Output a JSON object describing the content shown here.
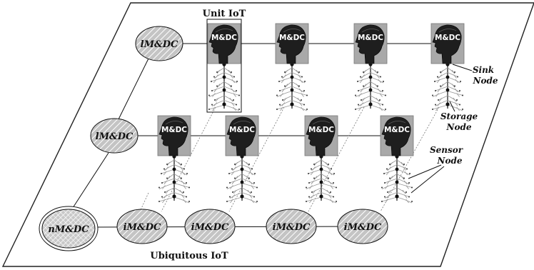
{
  "labels": {
    "unit_iot": "Unit IoT",
    "ubiquitous_iot": "Ubiquitous IoT",
    "sink_node": [
      "Sink",
      "Node"
    ],
    "storage_node": [
      "Storage",
      "Node"
    ],
    "sensor_node": [
      "Sensor",
      "Node"
    ]
  },
  "nodes": {
    "top_left": "lM&DC",
    "middle_left": "lM&DC",
    "network": "nM&DC",
    "bottom_row": [
      "iM&DC",
      "iM&DC",
      "iM&DC",
      "iM&DC"
    ],
    "head": "M&DC"
  },
  "colors": {
    "ellipse_fill": "#bcbcbc",
    "head_bg": "#a9a9a9",
    "head_fill": "#1e1e1e",
    "line": "#111111"
  }
}
